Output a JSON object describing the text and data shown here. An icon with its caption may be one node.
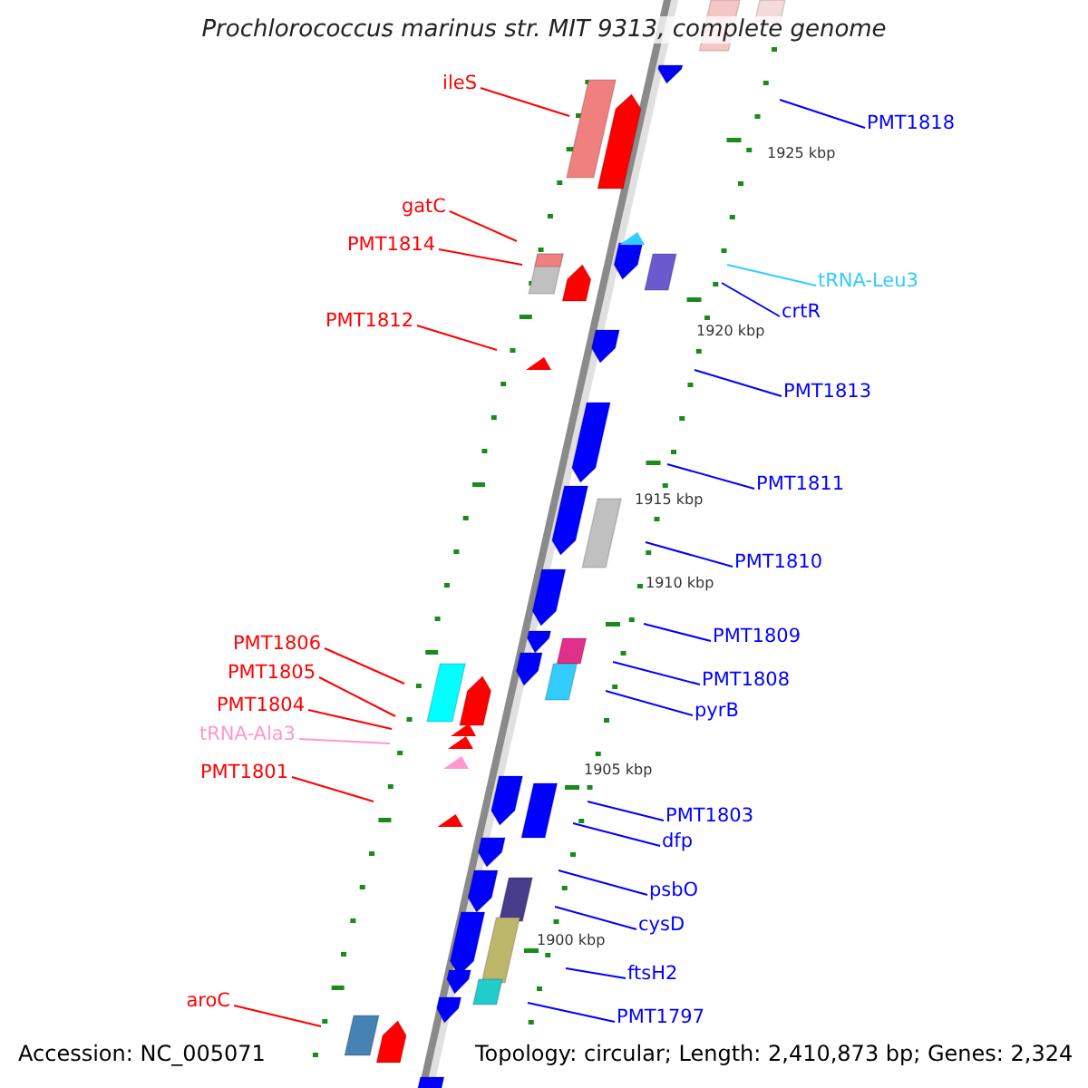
{
  "diagram": {
    "title": "Prochlorococcus marinus str. MIT 9313, complete genome",
    "nodes": [
      {
        "text": [
          "ileS"
        ]
      },
      {
        "text": [
          "PMT1818"
        ]
      },
      {
        "text": [
          "gatC"
        ]
      },
      {
        "text": [
          "PMT1814"
        ]
      },
      {
        "text": [
          "tRNA-Leu3"
        ]
      },
      {
        "text": [
          "crtR"
        ]
      },
      {
        "text": [
          "PMT1812"
        ]
      },
      {
        "text": [
          "PMT1813"
        ]
      },
      {
        "text": [
          "PMT1811"
        ]
      },
      {
        "text": [
          "PMT1810"
        ]
      },
      {
        "text": [
          "PMT1809"
        ]
      },
      {
        "text": [
          "PMT1806"
        ]
      },
      {
        "text": [
          "PMT1805"
        ]
      },
      {
        "text": [
          "PMT1808"
        ]
      },
      {
        "text": [
          "PMT1804"
        ]
      },
      {
        "text": [
          "pyrB"
        ]
      },
      {
        "text": [
          "tRNA-Ala3"
        ]
      },
      {
        "text": [
          "PMT1801"
        ]
      },
      {
        "text": [
          "PMT1803"
        ]
      },
      {
        "text": [
          "dfp"
        ]
      },
      {
        "text": [
          "psbO"
        ]
      },
      {
        "text": [
          "cysD"
        ]
      },
      {
        "text": [
          "ftsH2"
        ]
      },
      {
        "text": [
          "aroC"
        ]
      },
      {
        "text": [
          "PMT1797"
        ]
      }
    ],
    "edges": [
      {
        "from": 0,
        "to": null,
        "arrow": "none",
        "color": "#ff0000"
      },
      {
        "from": 1,
        "to": null,
        "arrow": "none"
      },
      {
        "from": 2,
        "to": null,
        "arrow": "none",
        "color": "#ff0000"
      },
      {
        "from": 3,
        "to": null,
        "arrow": "none",
        "color": "#ff0000"
      },
      {
        "from": 4,
        "to": null,
        "arrow": "none",
        "color": "#33ccff"
      },
      {
        "from": 5,
        "to": null,
        "arrow": "none"
      },
      {
        "from": 6,
        "to": null,
        "arrow": "none",
        "color": "#ff0000"
      },
      {
        "from": 7,
        "to": null,
        "arrow": "none"
      },
      {
        "from": 8,
        "to": null,
        "arrow": "none"
      },
      {
        "from": 9,
        "to": null,
        "arrow": "none"
      },
      {
        "from": 10,
        "to": null,
        "arrow": "none"
      },
      {
        "from": 11,
        "to": null,
        "arrow": "none",
        "color": "#ff0000"
      },
      {
        "from": 12,
        "to": null,
        "arrow": "none",
        "color": "#ff0000"
      },
      {
        "from": 13,
        "to": null,
        "arrow": "none"
      },
      {
        "from": 14,
        "to": null,
        "arrow": "none",
        "color": "#ff0000"
      },
      {
        "from": 15,
        "to": null,
        "arrow": "none"
      },
      {
        "from": 16,
        "to": null,
        "arrow": "none",
        "color": "#ff99cc"
      },
      {
        "from": 17,
        "to": null,
        "arrow": "none",
        "color": "#ff0000"
      },
      {
        "from": 18,
        "to": null,
        "arrow": "none"
      },
      {
        "from": 19,
        "to": null,
        "arrow": "none"
      },
      {
        "from": 20,
        "to": null,
        "arrow": "none"
      },
      {
        "from": 21,
        "to": null,
        "arrow": "none"
      },
      {
        "from": 22,
        "to": null,
        "arrow": "none"
      },
      {
        "from": 23,
        "to": null,
        "arrow": "none",
        "color": "#ff0000"
      },
      {
        "from": 24,
        "to": null,
        "arrow": "none"
      }
    ],
    "labels": [
      "1925 kbp",
      "1920 kbp",
      "1915 kbp",
      "1910 kbp",
      "1905 kbp",
      "1900 kbp",
      "Accession: NC_005071",
      "Topology: circular; Length: 2,410,873 bp; Genes: 2,324"
    ]
  }
}
